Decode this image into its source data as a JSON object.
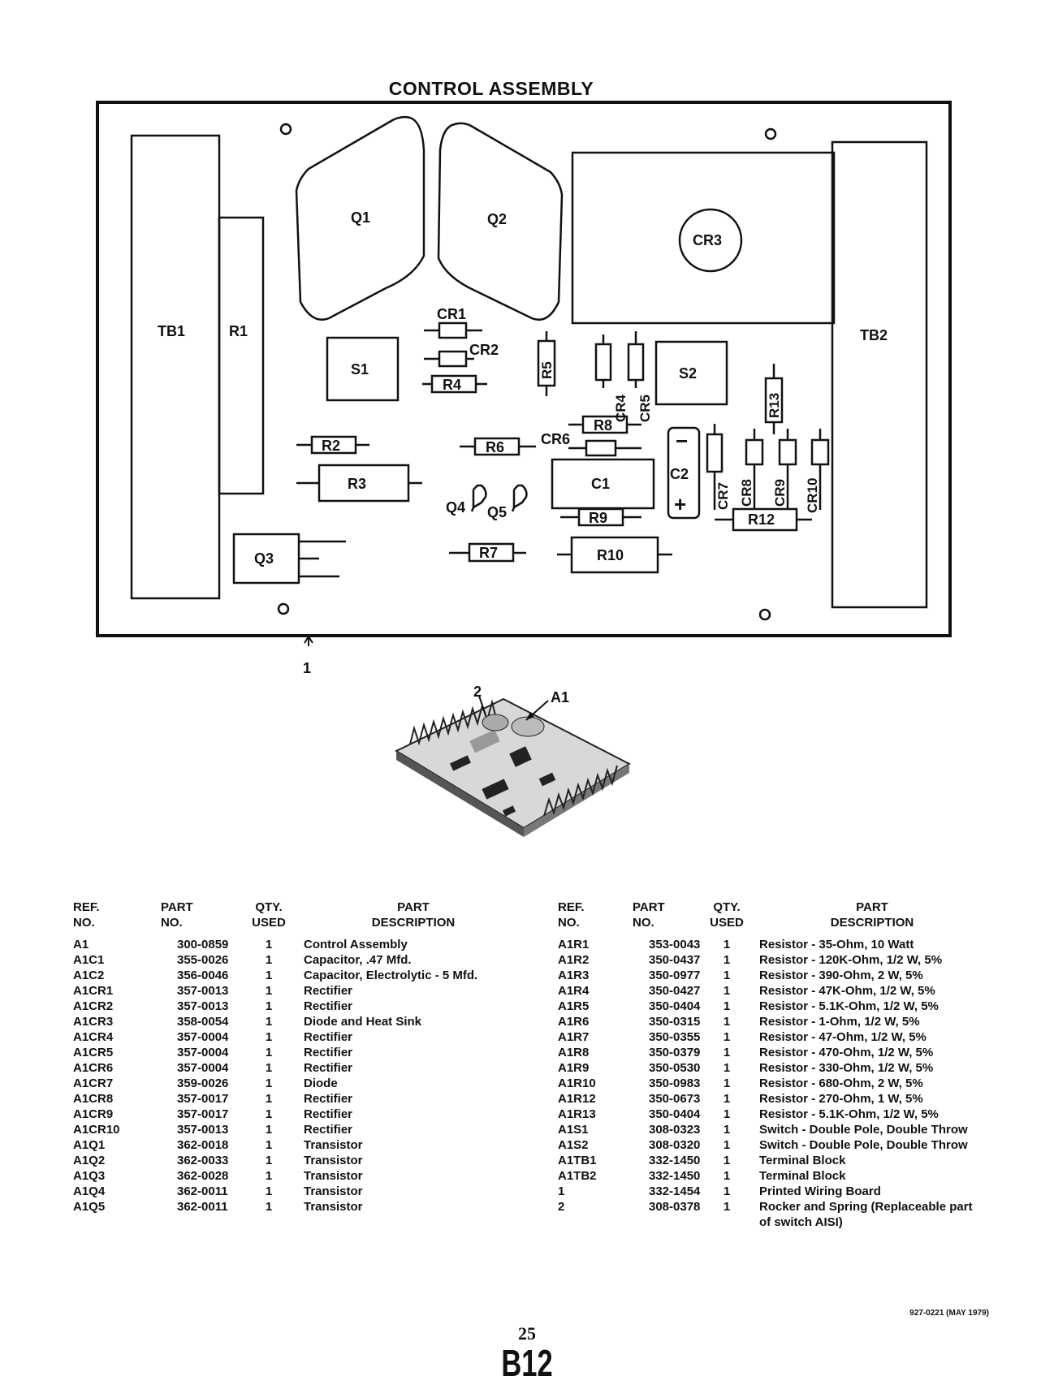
{
  "title": "CONTROL ASSEMBLY",
  "board": {
    "labels": {
      "TB1": "TB1",
      "R1": "R1",
      "Q1": "Q1",
      "Q2": "Q2",
      "CR3": "CR3",
      "TB2": "TB2",
      "S1": "S1",
      "S2": "S2",
      "CR1": "CR1",
      "CR2": "CR2",
      "R4": "R4",
      "R5": "R5",
      "CR4": "CR4",
      "CR5": "CR5",
      "R13": "R13",
      "R8": "R8",
      "R2": "R2",
      "R6": "R6",
      "CR6": "CR6",
      "C1": "C1",
      "C2": "C2",
      "C2_minus": "−",
      "C2_plus": "+",
      "CR7": "CR7",
      "CR8": "CR8",
      "CR9": "CR9",
      "CR10": "CR10",
      "R3": "R3",
      "Q4": "Q4",
      "Q5": "Q5",
      "R9": "R9",
      "R12": "R12",
      "Q3": "Q3",
      "R7": "R7",
      "R10": "R10"
    },
    "callout_board": "1"
  },
  "photo": {
    "callout_2": "2",
    "callout_a1": "A1"
  },
  "parts_left": {
    "headers": [
      "REF.\nNO.",
      "PART\nNO.",
      "QTY.\nUSED",
      "PART\nDESCRIPTION"
    ],
    "rows": [
      [
        "A1",
        "300-0859",
        "1",
        "Control Assembly"
      ],
      [
        "A1C1",
        "355-0026",
        "1",
        "Capacitor, .47 Mfd."
      ],
      [
        "A1C2",
        "356-0046",
        "1",
        "Capacitor, Electrolytic - 5 Mfd."
      ],
      [
        "A1CR1",
        "357-0013",
        "1",
        "Rectifier"
      ],
      [
        "A1CR2",
        "357-0013",
        "1",
        "Rectifier"
      ],
      [
        "A1CR3",
        "358-0054",
        "1",
        "Diode and Heat Sink"
      ],
      [
        "A1CR4",
        "357-0004",
        "1",
        "Rectifier"
      ],
      [
        "A1CR5",
        "357-0004",
        "1",
        "Rectifier"
      ],
      [
        "A1CR6",
        "357-0004",
        "1",
        "Rectifier"
      ],
      [
        "A1CR7",
        "359-0026",
        "1",
        "Diode"
      ],
      [
        "A1CR8",
        "357-0017",
        "1",
        "Rectifier"
      ],
      [
        "A1CR9",
        "357-0017",
        "1",
        "Rectifier"
      ],
      [
        "A1CR10",
        "357-0013",
        "1",
        "Rectifier"
      ],
      [
        "A1Q1",
        "362-0018",
        "1",
        "Transistor"
      ],
      [
        "A1Q2",
        "362-0033",
        "1",
        "Transistor"
      ],
      [
        "A1Q3",
        "362-0028",
        "1",
        "Transistor"
      ],
      [
        "A1Q4",
        "362-0011",
        "1",
        "Transistor"
      ],
      [
        "A1Q5",
        "362-0011",
        "1",
        "Transistor"
      ]
    ]
  },
  "parts_right": {
    "headers": [
      "REF.\nNO.",
      "PART\nNO.",
      "QTY.\nUSED",
      "PART\nDESCRIPTION"
    ],
    "rows": [
      [
        "A1R1",
        "353-0043",
        "1",
        "Resistor - 35-Ohm, 10 Watt"
      ],
      [
        "A1R2",
        "350-0437",
        "1",
        "Resistor - 120K-Ohm, 1/2 W, 5%"
      ],
      [
        "A1R3",
        "350-0977",
        "1",
        "Resistor - 390-Ohm, 2 W, 5%"
      ],
      [
        "A1R4",
        "350-0427",
        "1",
        "Resistor - 47K-Ohm, 1/2 W, 5%"
      ],
      [
        "A1R5",
        "350-0404",
        "1",
        "Resistor - 5.1K-Ohm, 1/2 W, 5%"
      ],
      [
        "A1R6",
        "350-0315",
        "1",
        "Resistor - 1-Ohm, 1/2 W, 5%"
      ],
      [
        "A1R7",
        "350-0355",
        "1",
        "Resistor - 47-Ohm, 1/2 W, 5%"
      ],
      [
        "A1R8",
        "350-0379",
        "1",
        "Resistor - 470-Ohm, 1/2 W, 5%"
      ],
      [
        "A1R9",
        "350-0530",
        "1",
        "Resistor - 330-Ohm, 1/2 W, 5%"
      ],
      [
        "A1R10",
        "350-0983",
        "1",
        "Resistor - 680-Ohm, 2 W, 5%"
      ],
      [
        "A1R12",
        "350-0673",
        "1",
        "Resistor - 270-Ohm, 1 W, 5%"
      ],
      [
        "A1R13",
        "350-0404",
        "1",
        "Resistor - 5.1K-Ohm, 1/2 W, 5%"
      ],
      [
        "A1S1",
        "308-0323",
        "1",
        "Switch - Double Pole, Double Throw"
      ],
      [
        "A1S2",
        "308-0320",
        "1",
        "Switch - Double Pole, Double Throw"
      ],
      [
        "A1TB1",
        "332-1450",
        "1",
        "Terminal Block"
      ],
      [
        "A1TB2",
        "332-1450",
        "1",
        "Terminal Block"
      ],
      [
        "1",
        "332-1454",
        "1",
        "Printed Wiring Board"
      ],
      [
        "2",
        "308-0378",
        "1",
        "Rocker and Spring (Replaceable part of switch AISI)"
      ]
    ]
  },
  "footer_code": "927-0221 (MAY 1979)",
  "page_number": "25",
  "page_code": "B12"
}
